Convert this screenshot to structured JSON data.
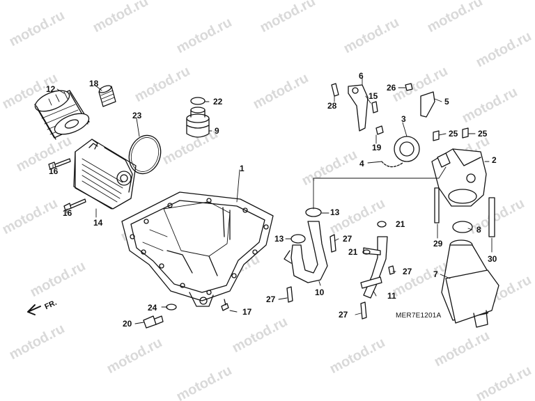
{
  "watermark": "motod.ru",
  "diagram_code": "MER7E1201A",
  "front_marker": "FR.",
  "callouts": {
    "c1": "1",
    "c2": "2",
    "c3": "3",
    "c4": "4",
    "c5": "5",
    "c6": "6",
    "c7": "7",
    "c8": "8",
    "c9": "9",
    "c10": "10",
    "c11": "11",
    "c12": "12",
    "c13a": "13",
    "c13b": "13",
    "c14": "14",
    "c15": "15",
    "c16a": "16",
    "c16b": "16",
    "c17": "17",
    "c18": "18",
    "c19": "19",
    "c20": "20",
    "c21a": "21",
    "c21b": "21",
    "c22": "22",
    "c23": "23",
    "c24": "24",
    "c25a": "25",
    "c25b": "25",
    "c26": "26",
    "c27a": "27",
    "c27b": "27",
    "c27c": "27",
    "c27d": "27",
    "c28": "28",
    "c29": "29",
    "c30": "30"
  }
}
